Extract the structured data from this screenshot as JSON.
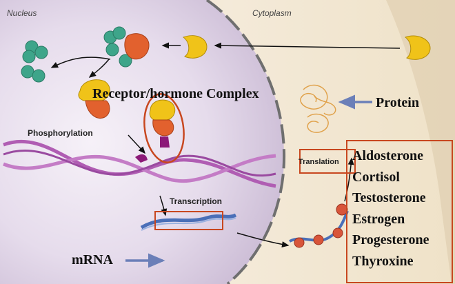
{
  "regions": {
    "nucleus": "Nucleus",
    "cytoplasm": "Cytoplasm"
  },
  "labels": {
    "complex": "Receptor/hormone Complex",
    "protein": "Protein",
    "phosphorylation": "Phosphorylation",
    "transcription": "Transcription",
    "translation": "Translation",
    "mrna": "mRNA"
  },
  "hormones": [
    "Aldosterone",
    "Cortisol",
    "Testosterone",
    "Estrogen",
    "Progesterone",
    "Thyroxine"
  ],
  "colors": {
    "highlight_box": "#c8471f",
    "pointer_arrow": "#6b7fb8",
    "nucleus_fill": "#e6dcec",
    "cytoplasm_fill": "#f1e5cf",
    "hormone_yellow": "#f0c319",
    "receptor_orange": "#e2612e",
    "chaperone_green": "#3ea58a",
    "dna_purple": "#b05db3"
  }
}
